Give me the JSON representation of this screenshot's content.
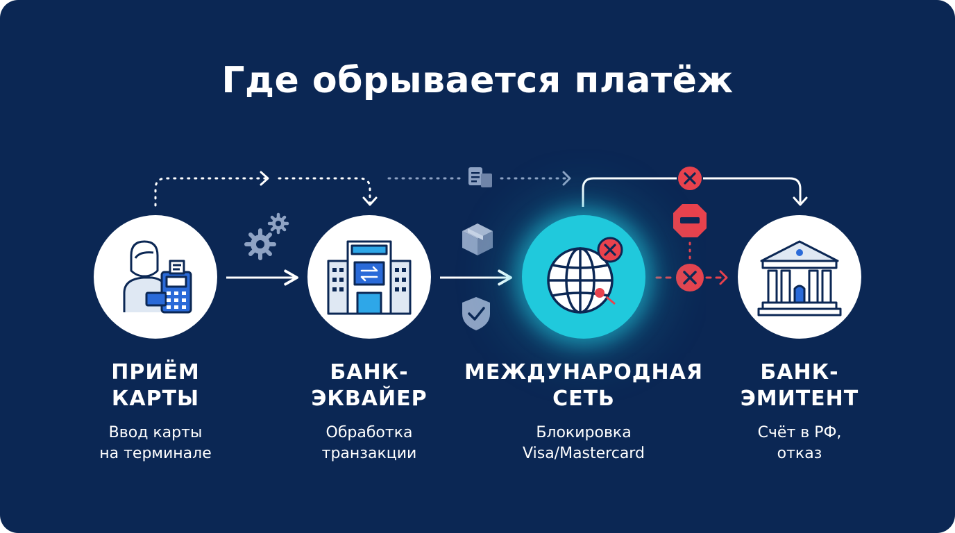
{
  "title": "Где обрывается платёж",
  "colors": {
    "background": "#0b2754",
    "node": "#ffffff",
    "highlight": "#20c9dc",
    "error": "#e8424d",
    "icon": "#0b2754",
    "muted": "#8fa3c4"
  },
  "steps": [
    {
      "title_lines": [
        "ПРИЁМ",
        "КАРТЫ"
      ],
      "desc_lines": [
        "Ввод карты",
        "на терминале"
      ],
      "icon": "cashier-terminal-icon"
    },
    {
      "title_lines": [
        "БАНК-",
        "ЭКВАЙЕР"
      ],
      "desc_lines": [
        "Обработка",
        "транзакции"
      ],
      "icon": "bank-building-icon"
    },
    {
      "title_lines": [
        "МЕЖДУНАРОДНАЯ",
        "СЕТЬ"
      ],
      "desc_lines": [
        "Блокировка",
        "Visa/Mastercard"
      ],
      "icon": "globe-blocked-icon"
    },
    {
      "title_lines": [
        "БАНК-",
        "ЭМИТЕНТ"
      ],
      "desc_lines": [
        "Счёт в РФ,",
        "отказ"
      ],
      "icon": "bank-columns-icon"
    }
  ]
}
